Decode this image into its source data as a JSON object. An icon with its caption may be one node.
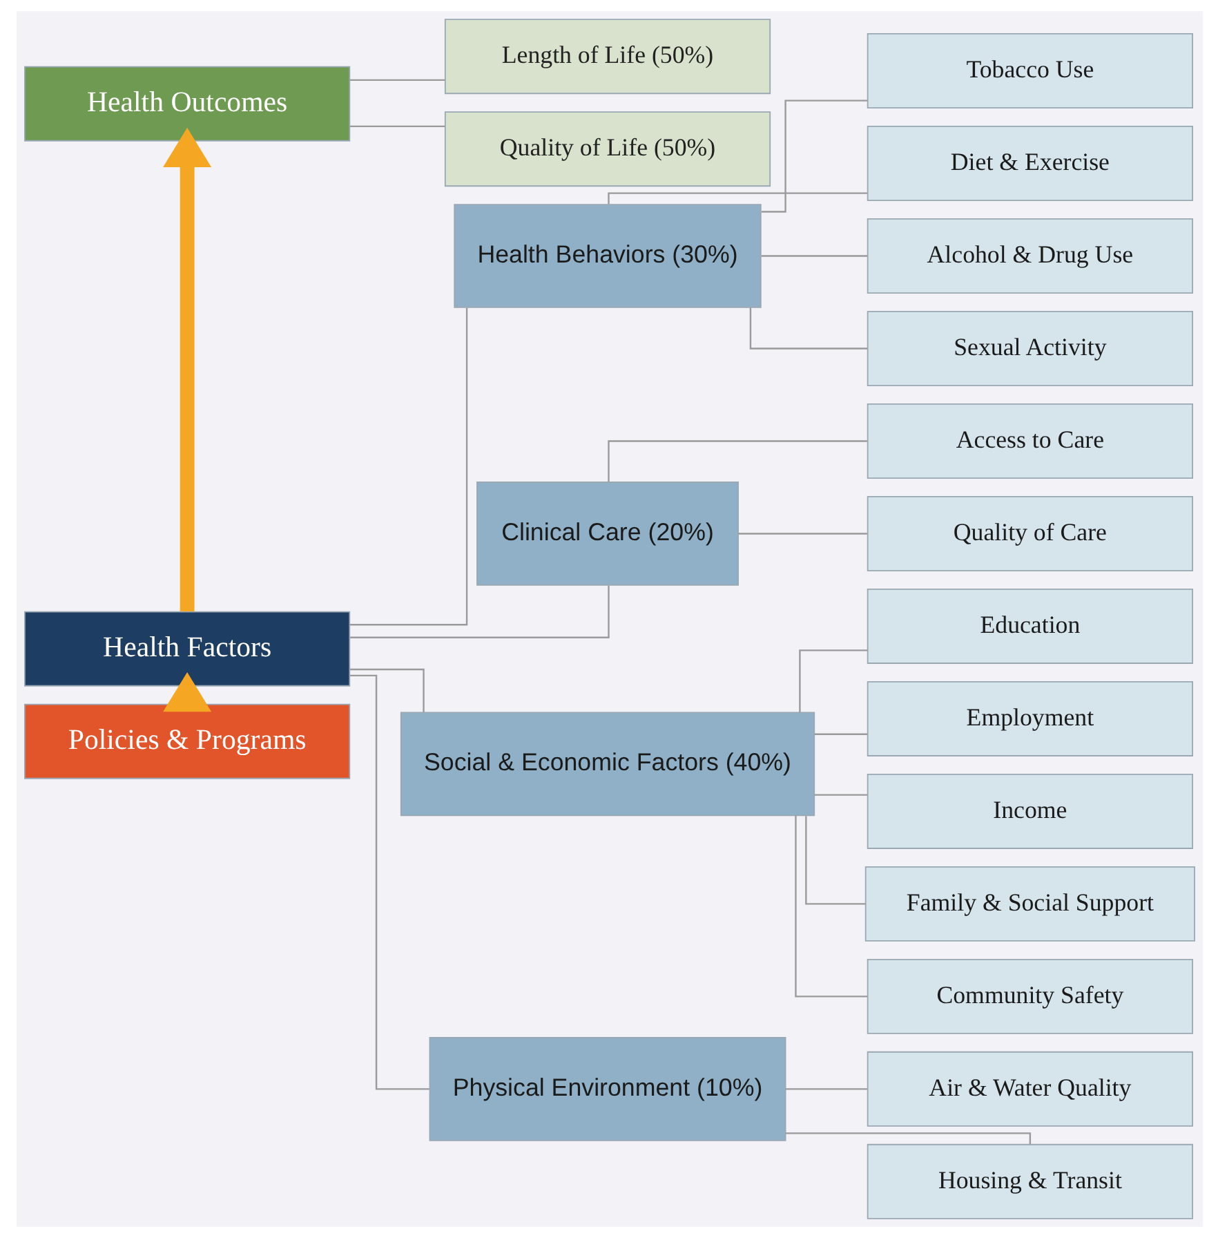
{
  "diagram": {
    "nodes": [
      {
        "text": [
          "Health Outcomes"
        ]
      },
      {
        "text": [
          "Length of Life (50%)"
        ]
      },
      {
        "text": [
          "Quality of Life (50%)"
        ]
      },
      {
        "text": [
          "Health Factors"
        ]
      },
      {
        "text": [
          "Health Behaviors (30%)"
        ]
      },
      {
        "text": [
          "Tobacco Use"
        ]
      },
      {
        "text": [
          "Diet & Exercise"
        ]
      },
      {
        "text": [
          "Alcohol & Drug Use"
        ]
      },
      {
        "text": [
          "Sexual Activity"
        ]
      },
      {
        "text": [
          "Clinical Care (20%)"
        ]
      },
      {
        "text": [
          "Access to Care"
        ]
      },
      {
        "text": [
          "Quality of Care"
        ]
      },
      {
        "text": [
          "Social & Economic Factors (40%)"
        ]
      },
      {
        "text": [
          "Education"
        ]
      },
      {
        "text": [
          "Employment"
        ]
      },
      {
        "text": [
          "Income"
        ]
      },
      {
        "text": [
          "Family & Social Support"
        ]
      },
      {
        "text": [
          "Community Safety"
        ]
      },
      {
        "text": [
          "Physical Environment (10%)"
        ]
      },
      {
        "text": [
          "Air & Water Quality"
        ]
      },
      {
        "text": [
          "Housing & Transit"
        ]
      },
      {
        "text": [
          "Policies & Programs"
        ]
      }
    ],
    "edges": [
      {
        "from": 0,
        "to": 1,
        "arrow": "none"
      },
      {
        "from": 0,
        "to": 2,
        "arrow": "none"
      },
      {
        "from": 3,
        "to": 4,
        "arrow": "none"
      },
      {
        "from": 3,
        "to": 9,
        "arrow": "none"
      },
      {
        "from": 3,
        "to": 12,
        "arrow": "none"
      },
      {
        "from": 3,
        "to": 18,
        "arrow": "none"
      },
      {
        "from": 4,
        "to": 5,
        "arrow": "none"
      },
      {
        "from": 4,
        "to": 6,
        "arrow": "none"
      },
      {
        "from": 4,
        "to": 7,
        "arrow": "none"
      },
      {
        "from": 4,
        "to": 8,
        "arrow": "none"
      },
      {
        "from": 9,
        "to": 10,
        "arrow": "none"
      },
      {
        "from": 9,
        "to": 11,
        "arrow": "none"
      },
      {
        "from": 12,
        "to": 13,
        "arrow": "none"
      },
      {
        "from": 12,
        "to": 14,
        "arrow": "none"
      },
      {
        "from": 12,
        "to": 15,
        "arrow": "none"
      },
      {
        "from": 12,
        "to": 16,
        "arrow": "none"
      },
      {
        "from": 12,
        "to": 17,
        "arrow": "none"
      },
      {
        "from": 18,
        "to": 19,
        "arrow": "none"
      },
      {
        "from": 18,
        "to": 20,
        "arrow": "none"
      },
      {
        "from": 21,
        "to": 3,
        "arrow": "to",
        "style": "thick",
        "color": "#f5a623"
      },
      {
        "from": 3,
        "to": 0,
        "arrow": "to",
        "style": "thick",
        "color": "#f5a623"
      }
    ]
  }
}
